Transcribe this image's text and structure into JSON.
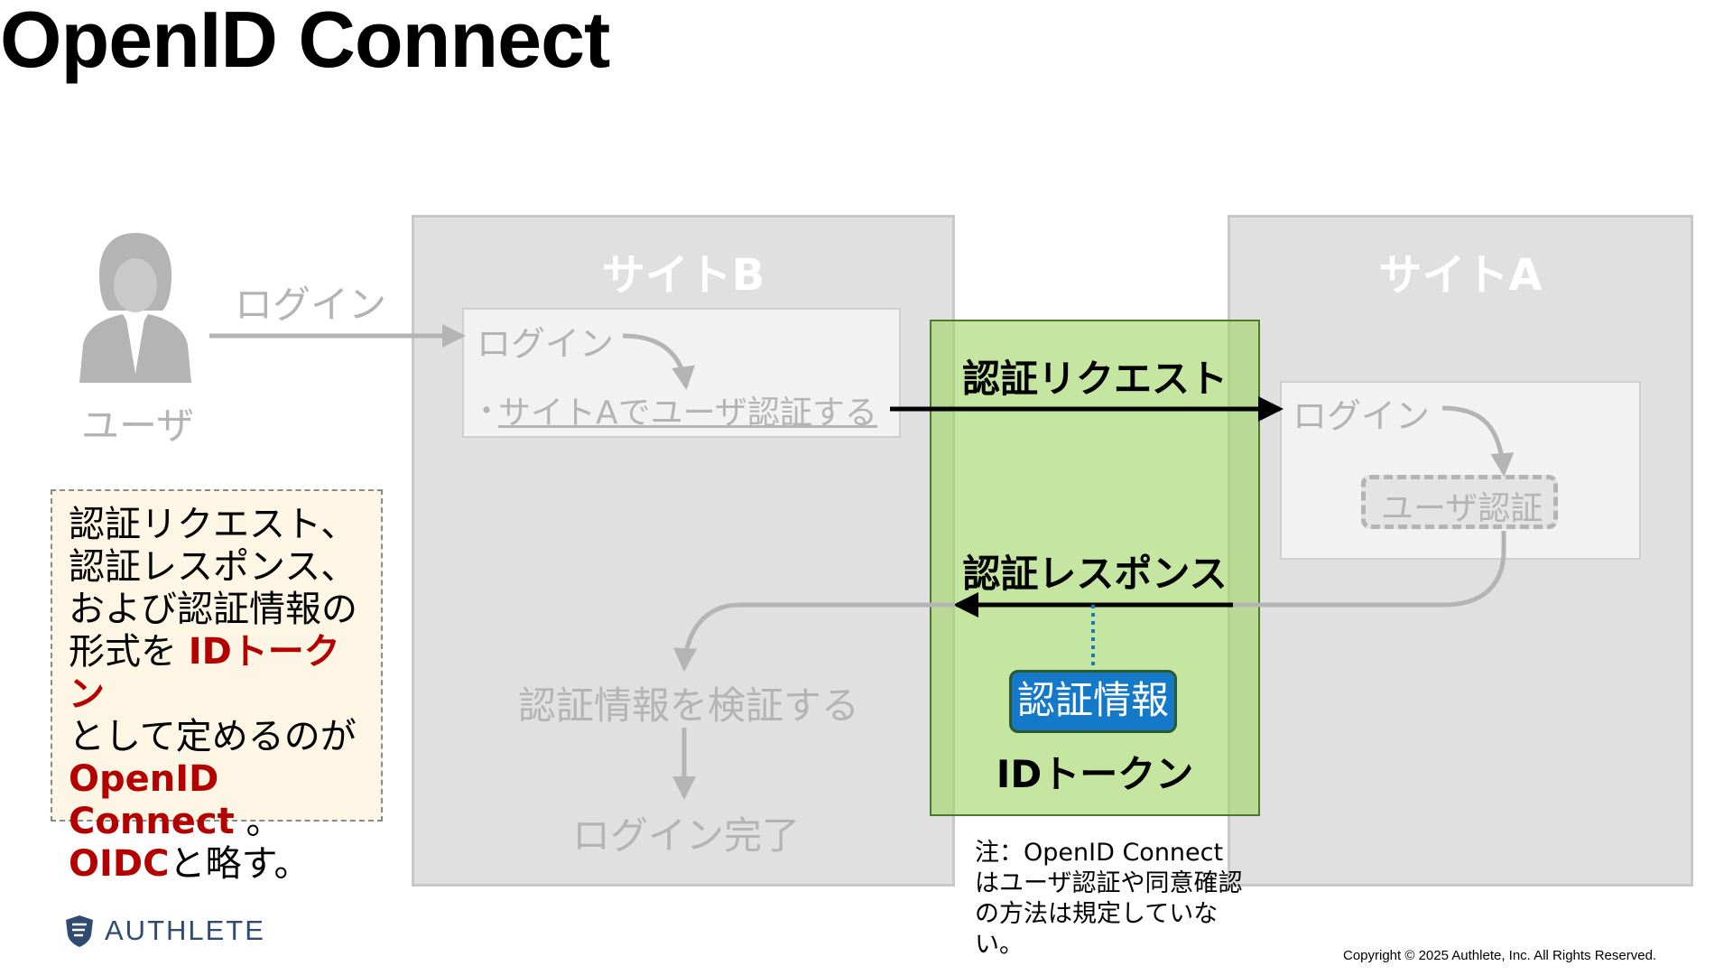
{
  "title": "OpenID Connect",
  "user": {
    "label": "ユーザ",
    "login_label": "ログイン"
  },
  "site_b": {
    "title": "サイトB",
    "panel_login": "ログイン",
    "bullet": "・",
    "link": "サイトAでユーザ認証する",
    "verify": "認証情報を検証する",
    "complete": "ログイン完了"
  },
  "site_a": {
    "title": "サイトA",
    "panel_login": "ログイン",
    "user_auth": "ユーザ認証"
  },
  "flow": {
    "request": "認証リクエスト",
    "response": "認証レスポンス",
    "auth_info": "認証情報",
    "id_token": "IDトークン"
  },
  "note": {
    "line1": "認証リクエスト、",
    "line2": "認証レスポンス、",
    "line3": "および認証情報の",
    "line4a": "形式を ",
    "line4b": "IDトークン",
    "line5": "として定めるのが",
    "line6a": "OpenID Connect",
    "line6b": " 。",
    "line7a": "OIDC",
    "line7b": "と略す。"
  },
  "footnote": "注：OpenID Connect はユーザ認証や同意確認の方法は規定していない。",
  "logo": "AUTHLETE",
  "copyright": "Copyright © 2025 Authlete, Inc. All Rights Reserved.",
  "colors": {
    "accent_red": "#b50000",
    "green_box": "#a2d668",
    "auth_info_blue": "#1479c8",
    "muted_grey": "#b4b4b4"
  }
}
